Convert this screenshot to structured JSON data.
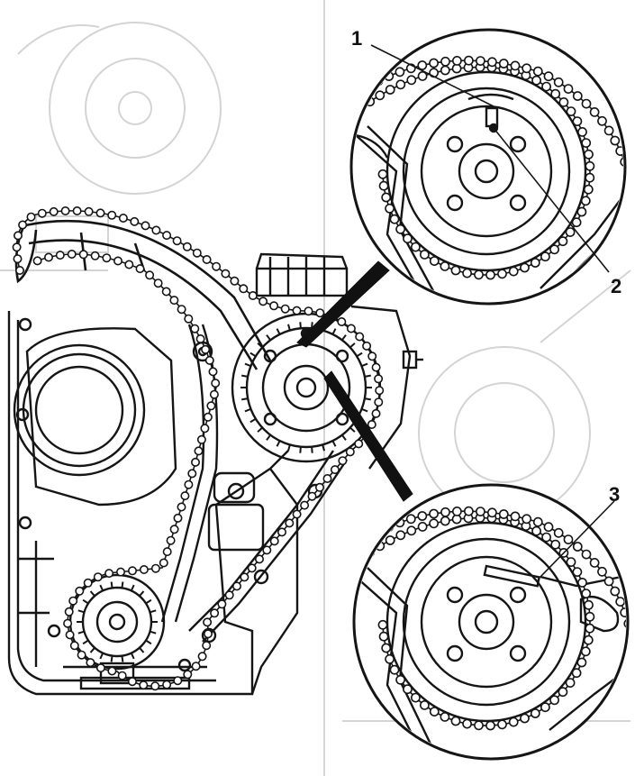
{
  "callouts": [
    {
      "id": "1",
      "label": "1"
    },
    {
      "id": "2",
      "label": "2"
    },
    {
      "id": "3",
      "label": "3"
    }
  ],
  "colors": {
    "ink": "#151515",
    "paper": "#ffffff",
    "ghost": "#d4d4d4"
  }
}
